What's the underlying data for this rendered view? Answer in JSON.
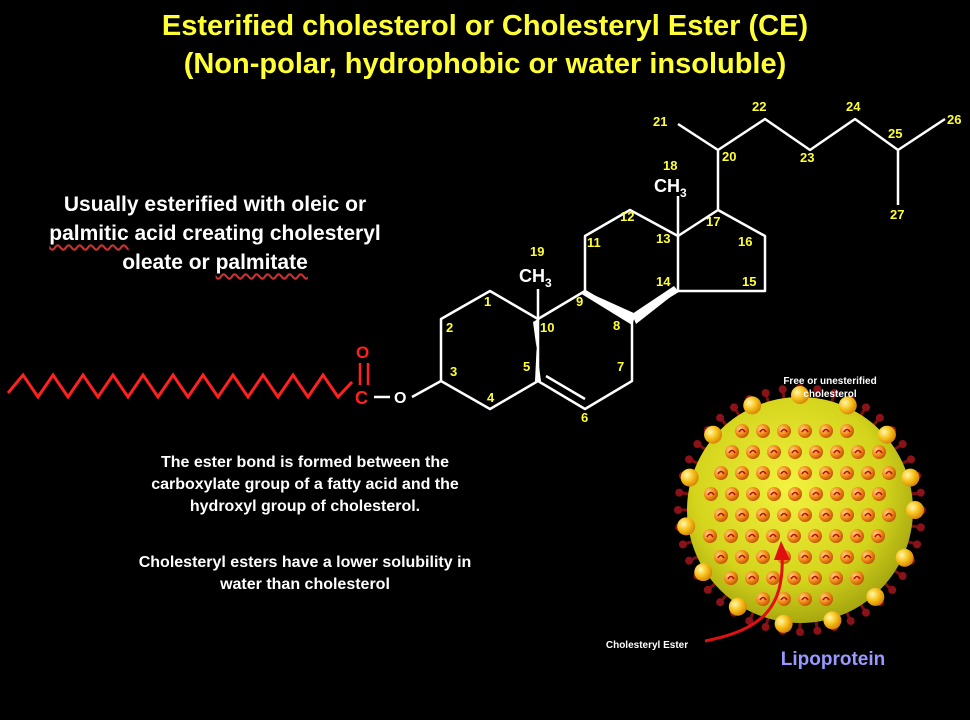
{
  "title": {
    "line1": "Esterified cholesterol or Cholesteryl Ester (CE)",
    "line2": "(Non-polar, hydrophobic or water insoluble)"
  },
  "left_note": {
    "part1": "Usually esterified with oleic or ",
    "underlined1": "palmitic",
    "part2": " acid creating cholesteryl oleate or ",
    "underlined2": "palmitate"
  },
  "explanation": {
    "p1": "The ester bond is formed between the carboxylate group of a fatty acid and the hydroxyl  group of cholesterol.",
    "p2": "Cholesteryl esters have a lower solubility in water than cholesterol"
  },
  "molecule": {
    "methyl_label": "CH",
    "methyl_sub": "3",
    "carbonyl_O": "O",
    "carbonyl_C": "C",
    "ester_O": "O",
    "dash": "—",
    "atom_numbers": [
      "1",
      "2",
      "3",
      "4",
      "5",
      "6",
      "7",
      "8",
      "9",
      "10",
      "11",
      "12",
      "13",
      "14",
      "15",
      "16",
      "17",
      "18",
      "19",
      "20",
      "21",
      "22",
      "23",
      "24",
      "25",
      "26",
      "27"
    ]
  },
  "lipoprotein": {
    "label": "Lipoprotein",
    "free_label_line1": "Free or unesterified",
    "free_label_line2": "cholesterol",
    "ester_label": "Cholesteryl Ester"
  },
  "colors": {
    "background": "#000000",
    "title": "#ffff33",
    "text": "#ffffff",
    "numbers": "#ffff33",
    "fatty_acid_chain": "#ff2020",
    "lipoprotein_label": "#9999ff",
    "particle_core": "#d8d820"
  }
}
